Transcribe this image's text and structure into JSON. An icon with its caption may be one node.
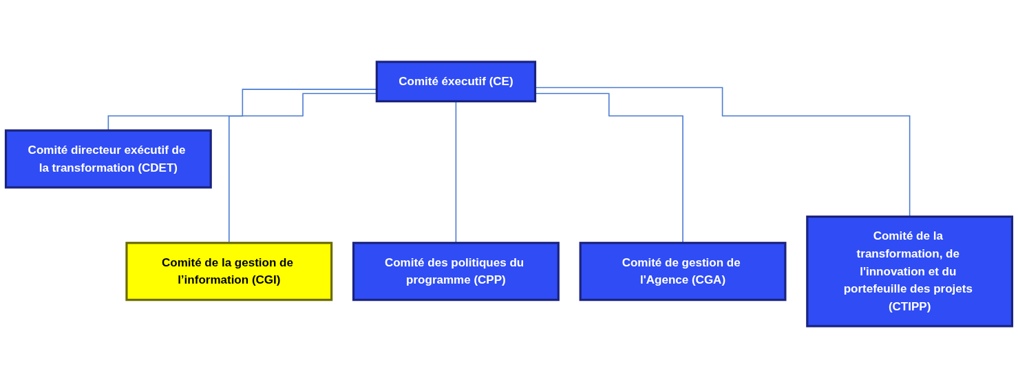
{
  "diagram": {
    "nodes": [
      {
        "text": [
          "Comité éxecutif (CE)"
        ]
      },
      {
        "text": [
          "Comité directeur exécutif de la transformation (CDET)"
        ]
      },
      {
        "text": [
          "Comité de la gestion de l’information (CGI)"
        ]
      },
      {
        "text": [
          "Comité des politiques du programme (CPP)"
        ]
      },
      {
        "text": [
          "Comité de gestion de l'Agence (CGA)"
        ]
      },
      {
        "text": [
          "Comité de la transformation, de l'innovation et du portefeuille des projets (CTIPP)"
        ]
      }
    ],
    "edges": [
      {
        "from": 0,
        "to": 1,
        "arrow": "none"
      },
      {
        "from": 0,
        "to": 2,
        "arrow": "none"
      },
      {
        "from": 0,
        "to": 3,
        "arrow": "none"
      },
      {
        "from": 0,
        "to": 4,
        "arrow": "none"
      },
      {
        "from": 0,
        "to": 5,
        "arrow": "none"
      }
    ]
  }
}
